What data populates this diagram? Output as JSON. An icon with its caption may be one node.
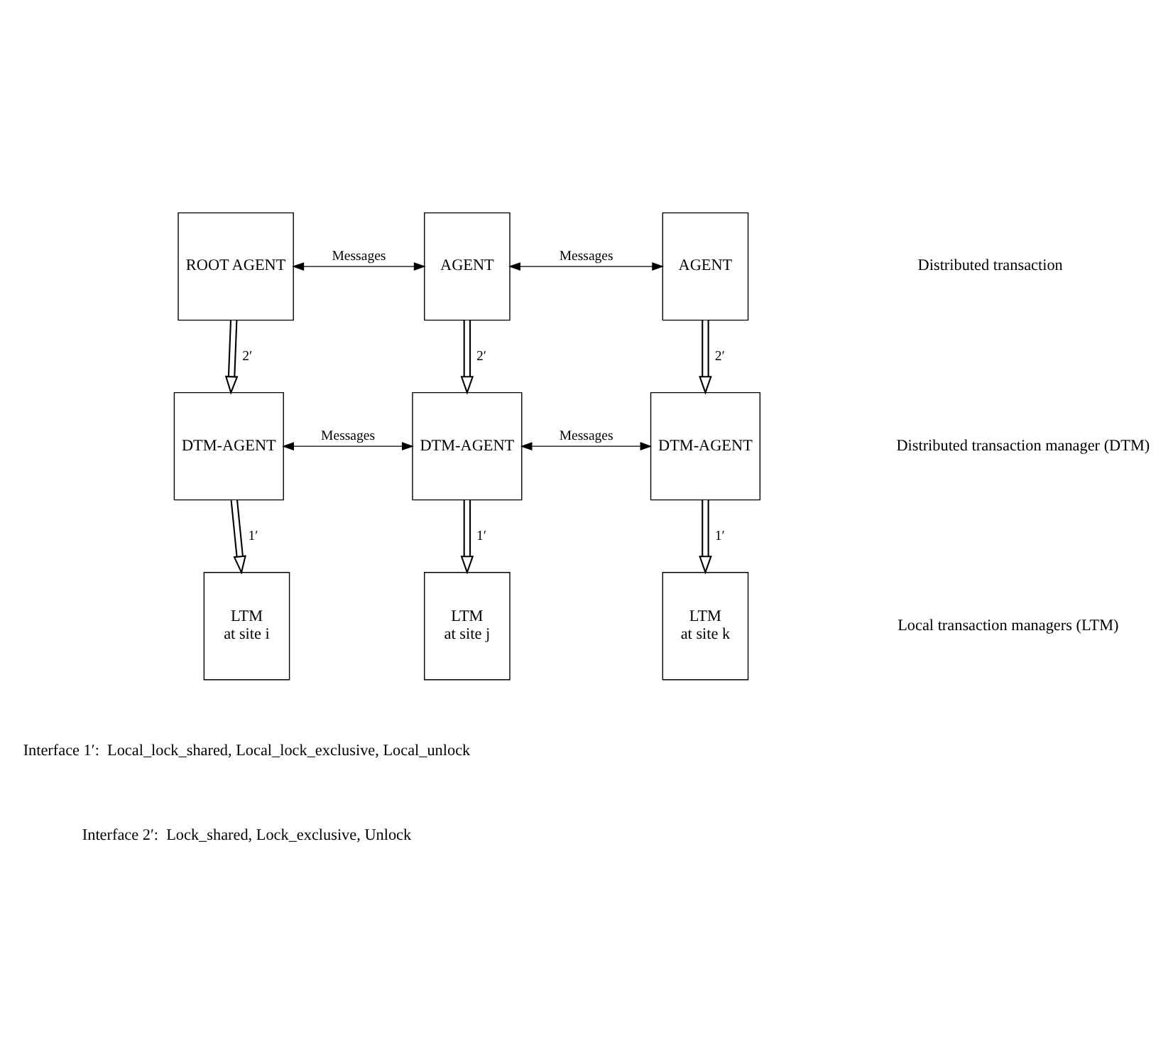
{
  "diagram": {
    "nodes": [
      {
        "text": [
          "ROOT AGENT"
        ]
      },
      {
        "text": [
          "AGENT"
        ]
      },
      {
        "text": [
          "AGENT"
        ]
      },
      {
        "text": [
          "DTM-AGENT"
        ]
      },
      {
        "text": [
          "DTM-AGENT"
        ]
      },
      {
        "text": [
          "DTM-AGENT"
        ]
      },
      {
        "text": [
          "LTM",
          "at site i"
        ]
      },
      {
        "text": [
          "LTM",
          "at site j"
        ]
      },
      {
        "text": [
          "LTM",
          "at site k"
        ]
      }
    ],
    "edges": [
      {
        "from": 0,
        "to": 1,
        "arrow": "both",
        "label": "Messages"
      },
      {
        "from": 1,
        "to": 2,
        "arrow": "both",
        "label": "Messages"
      },
      {
        "from": 3,
        "to": 4,
        "arrow": "both",
        "label": "Messages"
      },
      {
        "from": 4,
        "to": 5,
        "arrow": "both",
        "label": "Messages"
      },
      {
        "from": 0,
        "to": 3,
        "arrow": "to",
        "label": "2′"
      },
      {
        "from": 1,
        "to": 4,
        "arrow": "to",
        "label": "2′"
      },
      {
        "from": 2,
        "to": 5,
        "arrow": "to",
        "label": "2′"
      },
      {
        "from": 3,
        "to": 6,
        "arrow": "to",
        "label": "1′"
      },
      {
        "from": 4,
        "to": 7,
        "arrow": "to",
        "label": "1′"
      },
      {
        "from": 5,
        "to": 8,
        "arrow": "to",
        "label": "1′"
      }
    ],
    "labels": [
      "Distributed transaction",
      "Distributed transaction manager (DTM)",
      "Local transaction managers (LTM)",
      "Interface 1′:  Local_lock_shared, Local_lock_exclusive, Local_unlock",
      "Interface 2′:  Lock_shared, Lock_exclusive, Unlock"
    ]
  }
}
